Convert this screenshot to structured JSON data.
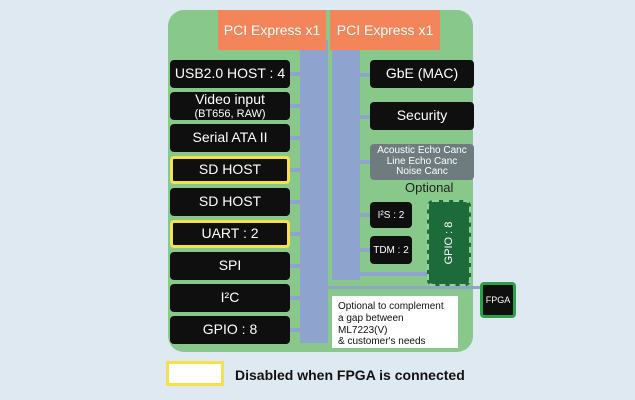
{
  "pcie": [
    "PCI Express x1",
    "PCI Express x1"
  ],
  "left_blocks": [
    {
      "label": "USB2.0 HOST : 4",
      "highlighted": false
    },
    {
      "label": "Video input",
      "sublabel": "(BT656, RAW)",
      "highlighted": false
    },
    {
      "label": "Serial ATA II",
      "highlighted": false
    },
    {
      "label": "SD HOST",
      "highlighted": true
    },
    {
      "label": "SD HOST",
      "highlighted": false
    },
    {
      "label": "UART : 2",
      "highlighted": true
    },
    {
      "label": "SPI",
      "highlighted": false
    },
    {
      "label": "I²C",
      "highlighted": false
    },
    {
      "label": "GPIO : 8",
      "highlighted": false
    }
  ],
  "right_blocks": {
    "gbe": "GbE (MAC)",
    "security": "Security",
    "echo": [
      "Acoustic Echo Canc",
      "Line Echo Canc",
      "Noise Canc"
    ]
  },
  "optional": {
    "label": "Optional",
    "i2s": "I²S : 2",
    "tdm": "TDM : 2",
    "gpio": "GPIO : 8"
  },
  "fpga": "FPGA",
  "note": [
    "Optional to complement",
    "a gap between ML7223(V)",
    "& customer's needs"
  ],
  "legend": {
    "text": "Disabled when FPGA is connected",
    "color": "#f7e14a"
  },
  "colors": {
    "board": "#88c88a",
    "pcie": "#f4845a",
    "bus": "#8ea4cf",
    "block": "#0f0f0f",
    "highlight": "#f7e14a"
  }
}
